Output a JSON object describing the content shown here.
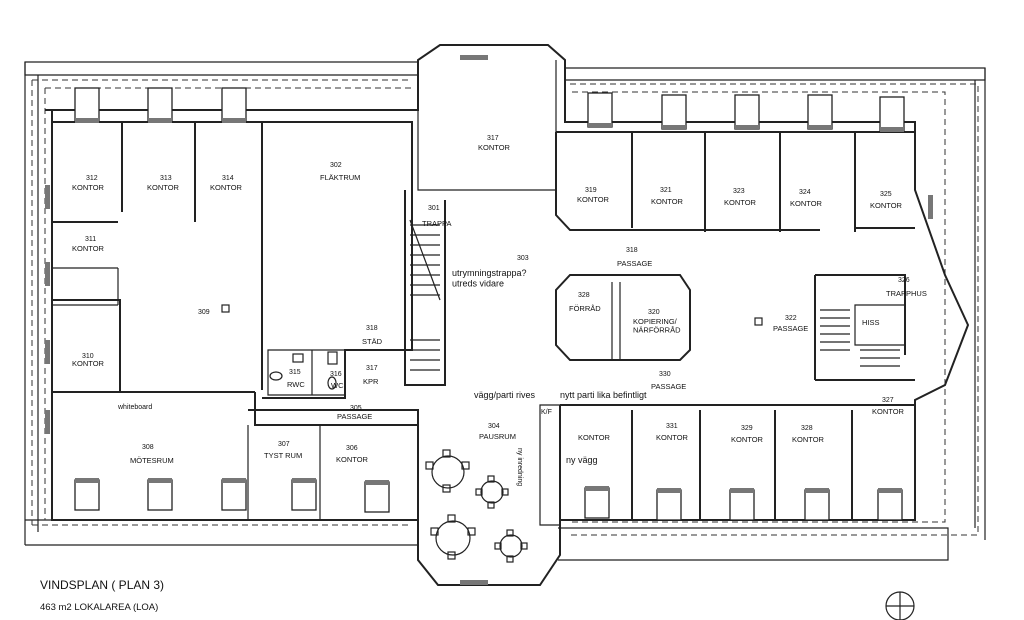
{
  "drawing": {
    "title": "VINDSPLAN   ( PLAN 3)",
    "area_label": "463 m2 LOKALAREA  (LOA)"
  },
  "rooms": [
    {
      "number": "312",
      "name": "KONTOR"
    },
    {
      "number": "313",
      "name": "KONTOR"
    },
    {
      "number": "314",
      "name": "KONTOR"
    },
    {
      "number": "311",
      "name": "KONTOR"
    },
    {
      "number": "309",
      "name": ""
    },
    {
      "number": "310",
      "name": "KONTOR"
    },
    {
      "number": "302",
      "name": "FLÄKTRUM"
    },
    {
      "number": "317",
      "name": "KONTOR"
    },
    {
      "number": "301",
      "name": "TRAPPA"
    },
    {
      "number": "303",
      "name": ""
    },
    {
      "number": "319",
      "name": "KONTOR"
    },
    {
      "number": "321",
      "name": "KONTOR"
    },
    {
      "number": "323",
      "name": "KONTOR"
    },
    {
      "number": "324",
      "name": "KONTOR"
    },
    {
      "number": "325",
      "name": "KONTOR"
    },
    {
      "number": "318",
      "name": "PASSAGE"
    },
    {
      "number": "326",
      "name": "TRAPPHUS"
    },
    {
      "number": "328",
      "name": "FÖRRÅD"
    },
    {
      "number": "320",
      "name": "KOPIERING/\nNÄRFÖRRÅD"
    },
    {
      "number": "322",
      "name": "PASSAGE"
    },
    {
      "number": "318",
      "name": "STÄD"
    },
    {
      "number": "317",
      "name": "KPR"
    },
    {
      "number": "315",
      "name": "RWC"
    },
    {
      "number": "316",
      "name": "WC"
    },
    {
      "number": "330",
      "name": "PASSAGE"
    },
    {
      "number": "308",
      "name": "MÖTESRUM"
    },
    {
      "number": "307",
      "name": "TYST RUM"
    },
    {
      "number": "306",
      "name": "KONTOR"
    },
    {
      "number": "305",
      "name": "PASSAGE"
    },
    {
      "number": "304",
      "name": "PAUSRUM"
    },
    {
      "number": "",
      "name": "KONTOR"
    },
    {
      "number": "331",
      "name": "KONTOR"
    },
    {
      "number": "329",
      "name": "KONTOR"
    },
    {
      "number": "328",
      "name": "KONTOR"
    },
    {
      "number": "327",
      "name": "KONTOR"
    }
  ],
  "annotations": {
    "escape_stair": "utrymningstrappa?\nutreds vidare",
    "wall_removed": "vägg/parti rives",
    "new_partition": "nytt parti lika befintligt",
    "new_wall": "ny vägg",
    "kitchen_unit": "K/F",
    "new_fitout": "ny inredning",
    "whiteboard": "whiteboard",
    "lift": "HISS"
  }
}
